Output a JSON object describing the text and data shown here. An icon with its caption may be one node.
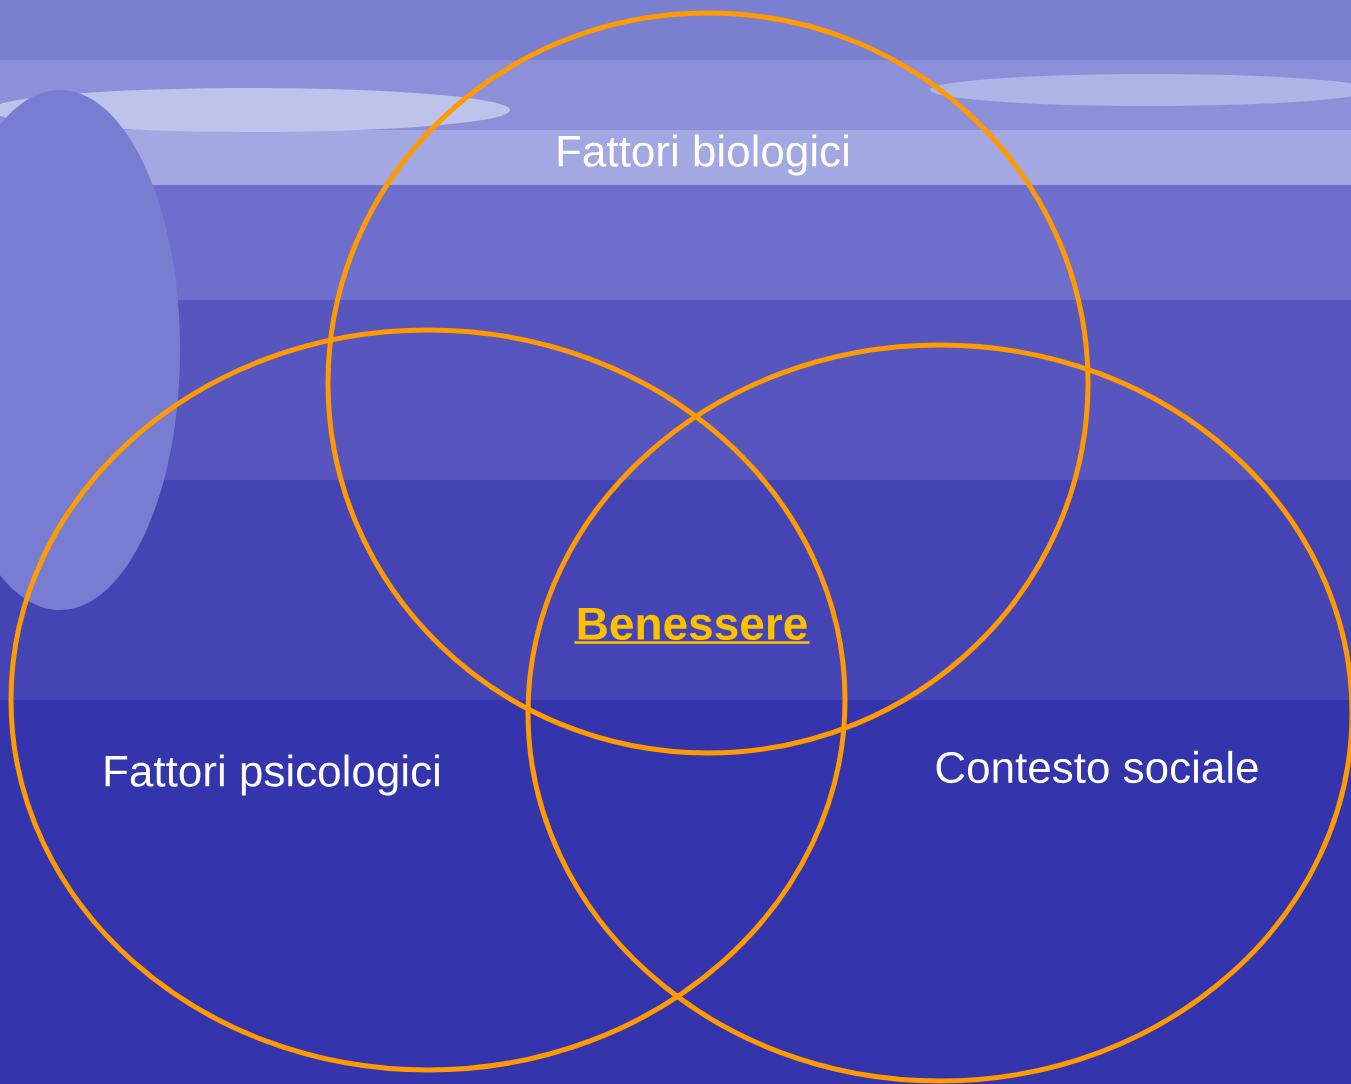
{
  "diagram": {
    "nodes": [
      {
        "text": [
          "Fattori biologici"
        ]
      },
      {
        "text": [
          "Fattori psicologici"
        ]
      },
      {
        "text": [
          "Contesto sociale"
        ]
      }
    ],
    "labels": [
      "Benessere"
    ]
  }
}
